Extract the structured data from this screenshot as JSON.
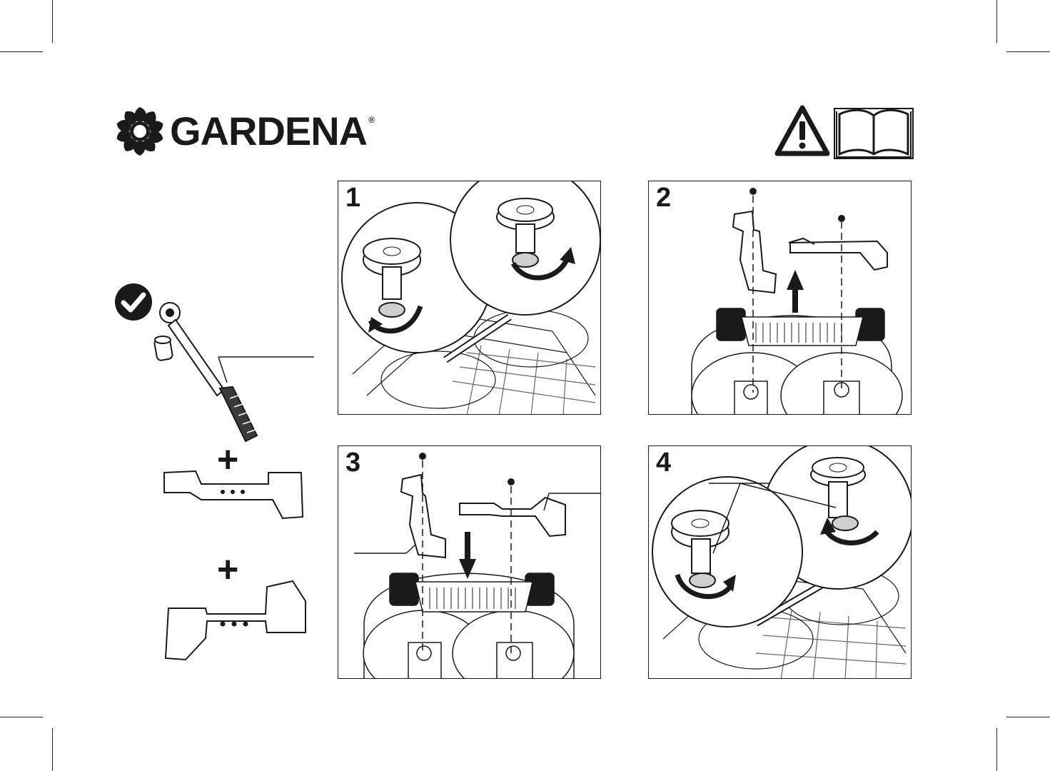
{
  "brand": {
    "name": "GARDENA",
    "registered": "®"
  },
  "steps": [
    {
      "number": "1"
    },
    {
      "number": "2"
    },
    {
      "number": "3"
    },
    {
      "number": "4"
    }
  ],
  "tools": {
    "plus_1": "+",
    "plus_2": "+"
  },
  "icons": {
    "logo": "gardena-flower-icon",
    "warning": "warning-triangle-icon",
    "manual": "open-book-icon",
    "check": "checkmark-circle-icon"
  },
  "colors": {
    "ink": "#1a1a1a",
    "paper": "#ffffff",
    "shade": "#cfcfcf"
  }
}
